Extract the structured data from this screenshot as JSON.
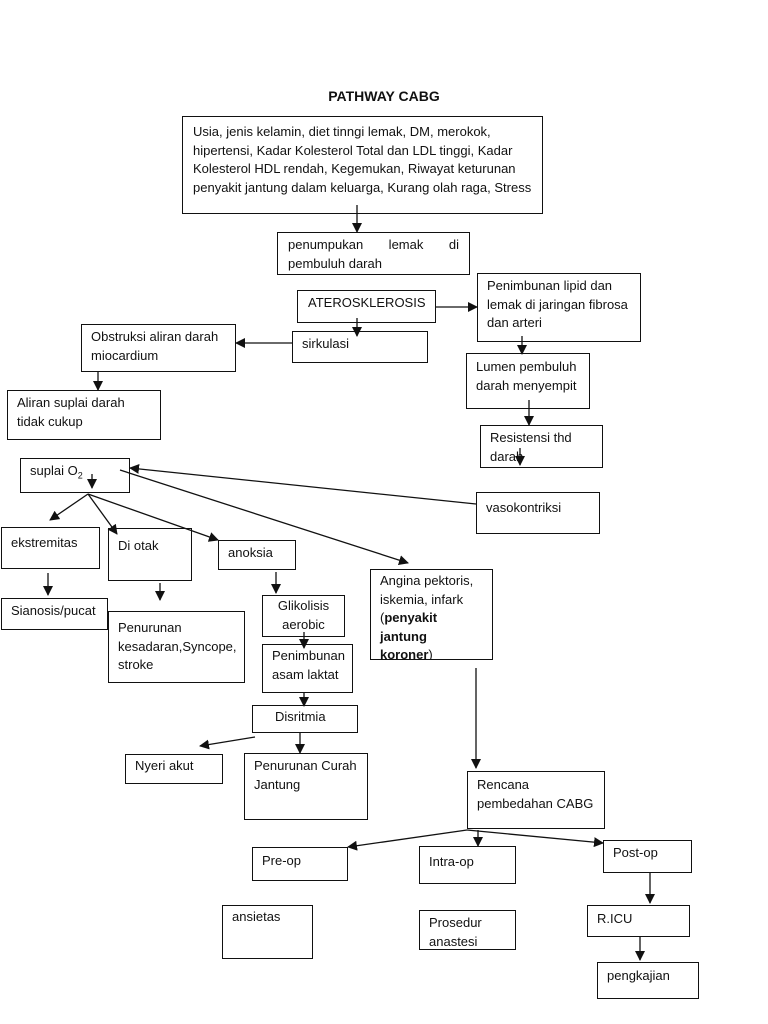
{
  "title": "PATHWAY CABG",
  "nodes": {
    "risk_factors": "Usia, jenis kelamin, diet tinngi lemak, DM, merokok, hipertensi, Kadar Kolesterol Total dan LDL tinggi, Kadar Kolesterol HDL rendah, Kegemukan, Riwayat keturunan penyakit jantung dalam keluarga, Kurang olah raga, Stress",
    "penumpukan_1": "penumpukan lemak di",
    "penumpukan_2": "pembuluh darah",
    "aterosklerosis": "ATEROSKLEROSIS",
    "penimbunan_lipid": "Penimbunan lipid dan lemak di jaringan fibrosa dan arteri",
    "sirkulasi": "sirkulasi",
    "obstruksi": "Obstruksi aliran darah miocardium",
    "aliran_suplai": "Aliran suplai darah tidak cukup",
    "lumen": "Lumen pembuluh darah menyempit",
    "resistensi": "Resistensi thd darah",
    "vasokontriksi": "vasokontriksi",
    "suplai_o2": "suplai O",
    "suplai_o2_sub": "2",
    "ekstremitas": "ekstremitas",
    "di_otak": "Di otak",
    "anoksia": "anoksia",
    "angina_plain": "Angina pektoris, iskemia, infark (",
    "angina_bold": "penyakit jantung koroner",
    "angina_end": ")",
    "sianosis": "Sianosis/pucat",
    "penurunan_kesadaran": "Penurunan kesadaran,Syncope, stroke",
    "glikolisis": "Glikolisis aerobic",
    "asam_laktat": "Penimbunan asam laktat",
    "disritmia": "Disritmia",
    "nyeri": "Nyeri akut",
    "curah_jantung": "Penurunan Curah Jantung",
    "rencana": "Rencana pembedahan CABG",
    "pre_op": "Pre-op",
    "intra_op": "Intra-op",
    "post_op": "Post-op",
    "ansietas": "ansietas",
    "prosedur": "Prosedur anastesi",
    "ricu": "R.ICU",
    "pengkajian": "pengkajian"
  }
}
